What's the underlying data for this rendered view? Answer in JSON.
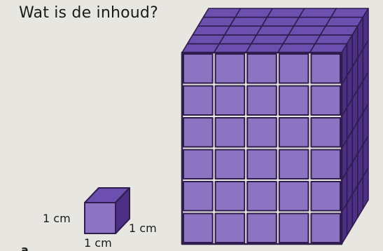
{
  "question": "Wat is de inhoud?",
  "unit_cube": {
    "height_label": "1 cm",
    "width_label": "1 cm",
    "depth_label": "1 cm"
  },
  "big_block": {
    "columns": 5,
    "rows": 6,
    "layers": 5
  },
  "colors": {
    "front": "#8d74c2",
    "top": "#6d4fb0",
    "side": "#4e2f86",
    "grid": "#2e1d4d",
    "background": "#e8e6e1"
  }
}
